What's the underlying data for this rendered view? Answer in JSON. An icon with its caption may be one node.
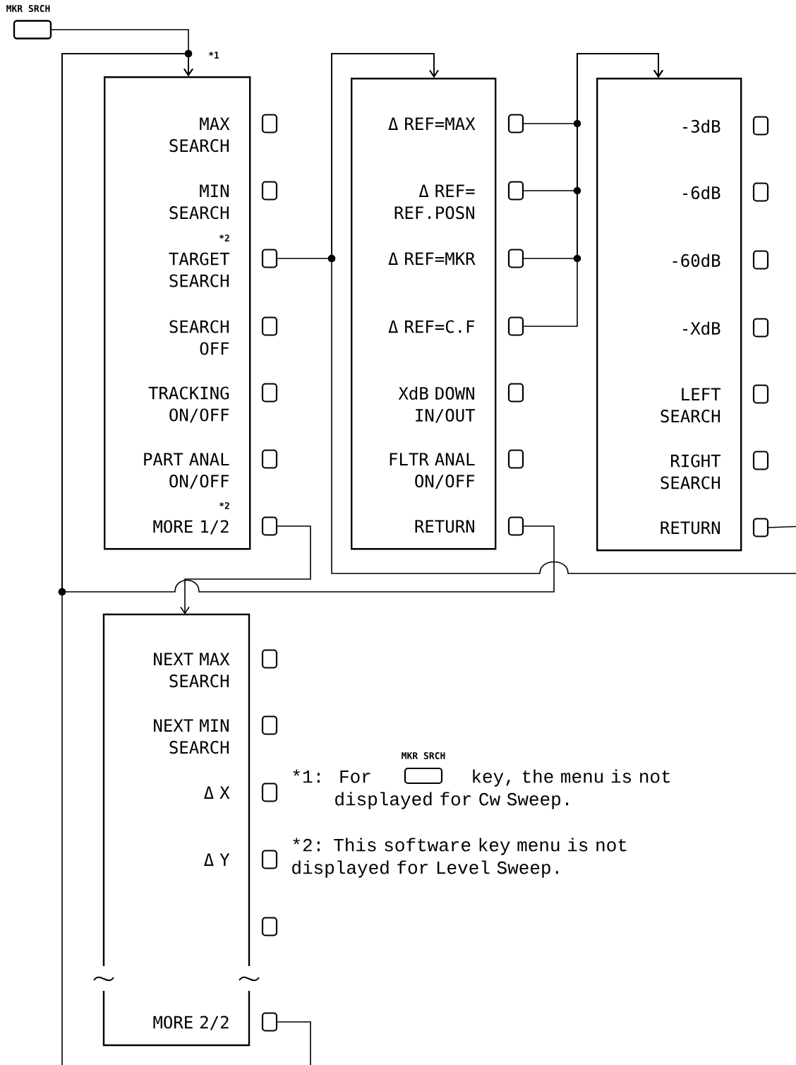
{
  "diagram": {
    "nodes": [
      {
        "text": [
          "MKR SRCH"
        ]
      },
      {
        "text": [
          "MAX SEARCH",
          "MIN SEARCH",
          "TARGET SEARCH",
          "SEARCH OFF",
          "TRACKING ON/OFF",
          "PART ANAL ON/OFF",
          "MORE 1/2"
        ]
      },
      {
        "text": [
          "Δ REF=MAX",
          "Δ REF= REF.POSN",
          "Δ REF=MKR",
          "Δ REF=C.F",
          "XdB DOWN IN/OUT",
          "FLTR ANAL ON/OFF",
          "RETURN"
        ]
      },
      {
        "text": [
          "-3dB",
          "-6dB",
          "-60dB",
          "-XdB",
          "LEFT SEARCH",
          "RIGHT SEARCH",
          "RETURN"
        ]
      },
      {
        "text": [
          "NEXT MAX SEARCH",
          "NEXT MIN SEARCH",
          "Δ X",
          "Δ Y",
          "MORE 2/2"
        ]
      },
      {
        "text": [],
        "shape": "box"
      },
      {
        "text": [],
        "shape": "box"
      },
      {
        "text": [],
        "shape": "box"
      },
      {
        "text": [],
        "shape": "box"
      },
      {
        "text": [],
        "shape": "box"
      },
      {
        "text": [],
        "shape": "box"
      },
      {
        "text": [],
        "shape": "box"
      },
      {
        "text": [],
        "shape": "box"
      },
      {
        "text": [],
        "shape": "box"
      },
      {
        "text": [],
        "shape": "box"
      },
      {
        "text": [],
        "shape": "box"
      },
      {
        "text": [],
        "shape": "box"
      },
      {
        "text": [],
        "shape": "box"
      },
      {
        "text": [],
        "shape": "box"
      },
      {
        "text": [],
        "shape": "box"
      },
      {
        "text": [],
        "shape": "box"
      },
      {
        "text": [],
        "shape": "box"
      },
      {
        "text": [],
        "shape": "box"
      },
      {
        "text": [],
        "shape": "box"
      },
      {
        "text": [],
        "shape": "box"
      },
      {
        "text": [],
        "shape": "box"
      },
      {
        "text": [],
        "shape": "box"
      },
      {
        "text": [],
        "shape": "box"
      },
      {
        "text": [],
        "shape": "box"
      },
      {
        "text": [],
        "shape": "box"
      },
      {
        "text": [],
        "shape": "box"
      },
      {
        "text": [],
        "shape": "box"
      }
    ],
    "edges": [
      {
        "from": 0,
        "to": 1,
        "arrow": "to"
      },
      {
        "from": 7,
        "to": 2,
        "arrow": "to"
      },
      {
        "from": 12,
        "to": 3,
        "arrow": "to"
      },
      {
        "from": 13,
        "to": 3,
        "arrow": "to"
      },
      {
        "from": 14,
        "to": 3,
        "arrow": "to"
      },
      {
        "from": 15,
        "to": 3,
        "arrow": "to"
      },
      {
        "from": 11,
        "to": 4,
        "arrow": "to"
      },
      {
        "from": 18,
        "to": 1,
        "arrow": "to"
      },
      {
        "from": 25,
        "to": 2,
        "arrow": "to"
      },
      {
        "from": 31,
        "to": 1,
        "arrow": "to"
      }
    ],
    "labels": [
      "*1",
      "*2",
      "*2",
      "*1: For",
      "MKR SRCH",
      "key, the menu is not displayed for Cw Sweep.",
      "*2: This software key menu is not displayed for Level Sweep."
    ]
  }
}
